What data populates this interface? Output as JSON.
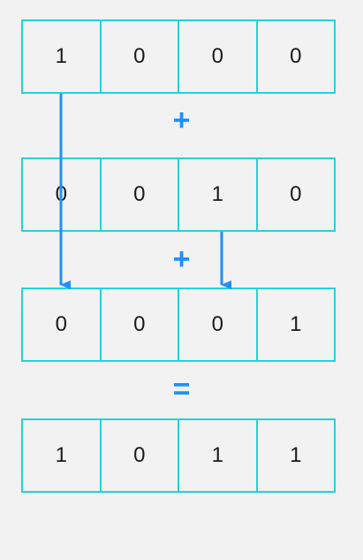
{
  "rows": [
    {
      "cells": [
        "1",
        "0",
        "0",
        "0"
      ]
    },
    {
      "cells": [
        "0",
        "0",
        "1",
        "0"
      ]
    },
    {
      "cells": [
        "0",
        "0",
        "0",
        "1"
      ]
    },
    {
      "cells": [
        "1",
        "0",
        "1",
        "1"
      ]
    }
  ],
  "operators": [
    "+",
    "+",
    "="
  ],
  "colors": {
    "cell_border": "#22d3d8",
    "arrow": "#1e90ff",
    "operator": "#1e90ff",
    "background": "#f2f2f2"
  },
  "icons": {
    "arrow": "arrow-down-icon"
  }
}
